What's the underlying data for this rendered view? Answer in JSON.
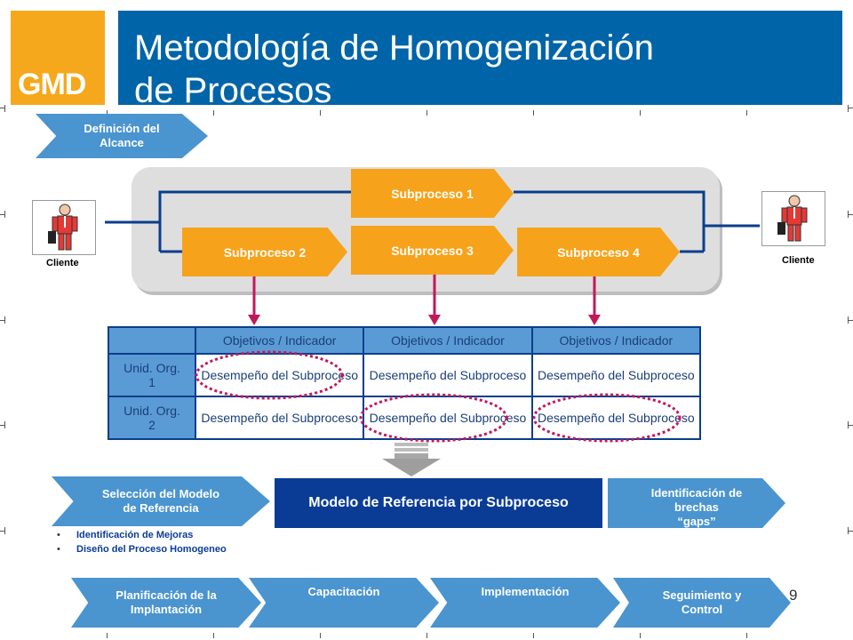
{
  "logo": {
    "text": "GMD"
  },
  "title": {
    "line1": "Metodología de Homogenización",
    "line2": "de Procesos"
  },
  "scope_step": {
    "label_line1": "Definición del",
    "label_line2": "Alcance"
  },
  "process": {
    "client_left": "Cliente",
    "client_right": "Cliente",
    "subprocesses": [
      "Subproceso 1",
      "Subproceso 2",
      "Subproceso 3",
      "Subproceso 4"
    ]
  },
  "matrix": {
    "header": [
      "Objetivos / Indicador",
      "Objetivos / Indicador",
      "Objetivos / Indicador"
    ],
    "rows": [
      {
        "org_line1": "Unid. Org.",
        "org_line2": "1",
        "cells": [
          "Desempeño del Subproceso",
          "Desempeño del Subproceso",
          "Desempeño del Subproceso"
        ]
      },
      {
        "org_line1": "Unid. Org.",
        "org_line2": "2",
        "cells": [
          "Desempeño del Subproceso",
          "Desempeño del Subproceso",
          "Desempeño del Subproceso"
        ]
      }
    ]
  },
  "model_row": {
    "selection_line1": "Selección del Modelo",
    "selection_line2": "de Referencia",
    "model_box": "Modelo de Referencia por Subproceso",
    "gaps_line1": "Identificación de",
    "gaps_line2": "brechas",
    "gaps_line3": "“gaps”"
  },
  "bullets": [
    "Identificación de Mejoras",
    "Diseño del Proceso Homogeneo"
  ],
  "phases": [
    {
      "line1": "Planificación de la",
      "line2": "Implantación"
    },
    {
      "line1": "Capacitación",
      "line2": ""
    },
    {
      "line1": "Implementación",
      "line2": ""
    },
    {
      "line1": "Seguimiento y",
      "line2": "Control"
    }
  ],
  "page_number": "9",
  "colors": {
    "title_blue": "#0064A8",
    "logo_orange": "#F6A81C",
    "process_orange": "#F7A21B",
    "chevron_blue": "#4A94D0",
    "navy": "#0A3C96",
    "arrow_magenta": "#C2185B"
  }
}
